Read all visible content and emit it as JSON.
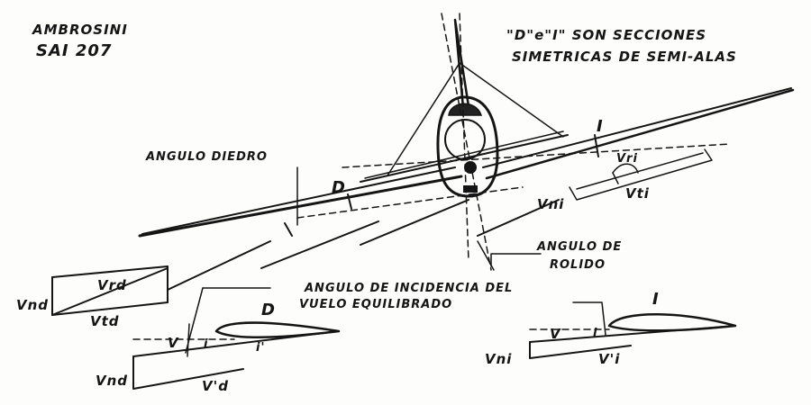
{
  "title_block": {
    "line1": "AMBROSINI",
    "line2": "SAI 207"
  },
  "note": {
    "line1": "\"D\"e\"I\" SON SECCIONES",
    "line2": "SIMETRICAS DE SEMI-ALAS"
  },
  "labels": {
    "dihedral": "ANGULO DIEDRO",
    "roll_line1": "ANGULO DE",
    "roll_line2": "ROLIDO",
    "incidence_line1": "ANGULO DE INCIDENCIA DEL",
    "incidence_line2": "VUELO EQUILIBRADO",
    "wing_D": "D",
    "wing_I": "I",
    "small_D": "D",
    "small_I": "I"
  },
  "vectors_left": {
    "vrd": "Vrd",
    "vnd": "Vnd",
    "vtd": "Vtd"
  },
  "vectors_right_top": {
    "vri": "Vri",
    "vni": "Vni",
    "vti": "Vti"
  },
  "airfoil_D": {
    "letter": "D",
    "v": "V",
    "i": "i",
    "i_prime": "i'",
    "vnd": "Vnd",
    "v_prime_d": "V'd"
  },
  "airfoil_I": {
    "letter": "I",
    "v": "V",
    "i": "i",
    "vni": "Vni",
    "v_prime_i": "V'i"
  }
}
